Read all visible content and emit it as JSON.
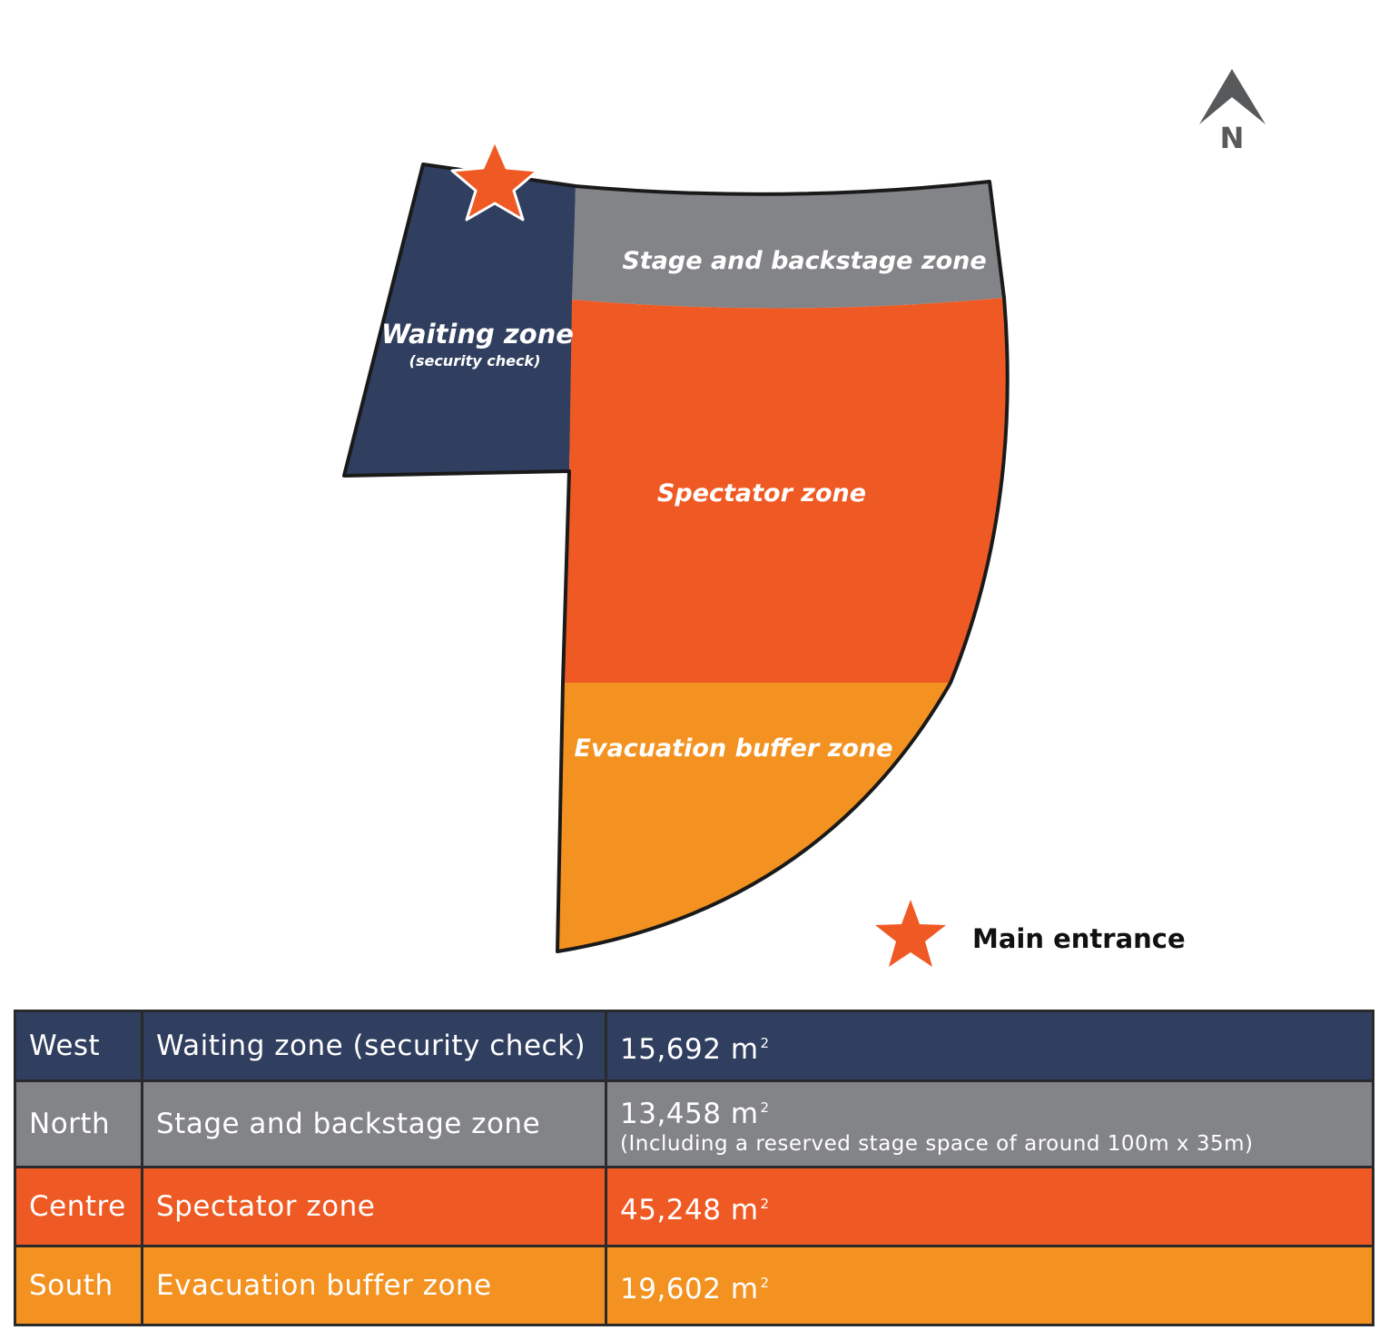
{
  "map": {
    "zones": [
      {
        "id": "west",
        "label": "Waiting zone",
        "sublabel": "(security check)",
        "color": "#303e5f"
      },
      {
        "id": "north",
        "label": "Stage and backstage zone",
        "color": "#838487"
      },
      {
        "id": "centre",
        "label": "Spectator zone",
        "color": "#ef5a24"
      },
      {
        "id": "south",
        "label": "Evacuation buffer zone",
        "color": "#f39221"
      }
    ],
    "north_arrow": {
      "letter": "N",
      "icon": "north-arrow-icon",
      "color": "#58595b"
    },
    "entrance_marker": {
      "icon": "star-icon",
      "color": "#ef5a24"
    },
    "legend": {
      "label": "Main entrance",
      "icon": "star-icon"
    }
  },
  "table": {
    "rows": [
      {
        "direction": "West",
        "zone": "Waiting zone (security check)",
        "area": "15,692 m",
        "unit_sup": "2",
        "note": "",
        "color": "#303e5f"
      },
      {
        "direction": "North",
        "zone": "Stage and backstage zone",
        "area": "13,458 m",
        "unit_sup": "2",
        "note": "(Including a reserved stage space of around 100m x 35m)",
        "color": "#838487"
      },
      {
        "direction": "Centre",
        "zone": "Spectator zone",
        "area": "45,248 m",
        "unit_sup": "2",
        "note": "",
        "color": "#ef5a24"
      },
      {
        "direction": "South",
        "zone": "Evacuation buffer zone",
        "area": "19,602 m",
        "unit_sup": "2",
        "note": "",
        "color": "#f39221"
      }
    ]
  }
}
